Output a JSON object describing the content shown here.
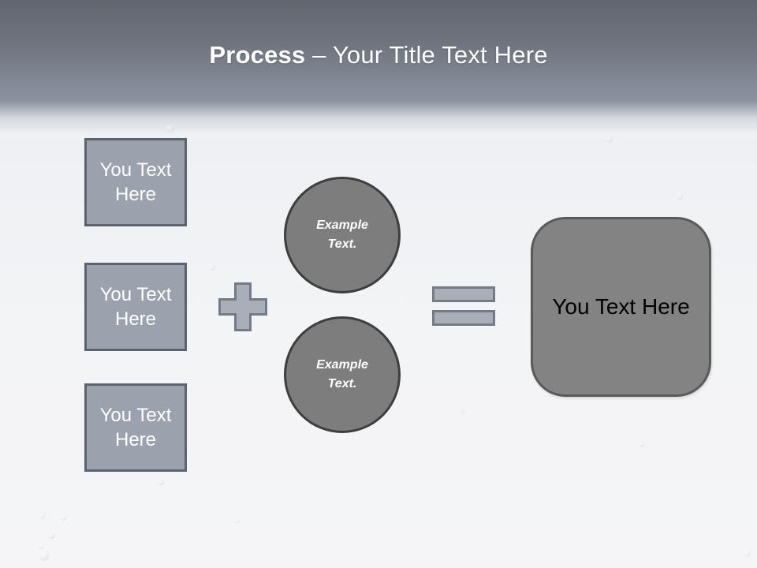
{
  "title": {
    "bold": "Process",
    "rest": " – Your Title Text Here"
  },
  "left_boxes": [
    "You Text Here",
    "You Text Here",
    "You Text Here"
  ],
  "operators": {
    "plus_icon": "plus",
    "equals_icon": "equals"
  },
  "circles": [
    "Example Text.",
    "Example Text."
  ],
  "result_box": "You Text Here",
  "colors": {
    "header_gradient_top": "#62676f",
    "header_gradient_mid": "#8b919e",
    "body_background": "#f3f4f6",
    "title_text": "#ffffff",
    "left_box_fill": "#9ba2ae",
    "left_box_border": "#5d636c",
    "left_box_text": "#ffffff",
    "operator_fill": "#a9aeb8",
    "operator_border": "#757b85",
    "circle_fill": "#7d7d7d",
    "circle_border": "#3e3e3e",
    "circle_text": "#ffffff",
    "result_fill": "#838383",
    "result_border": "#5a5a5a",
    "result_text": "#000000"
  }
}
